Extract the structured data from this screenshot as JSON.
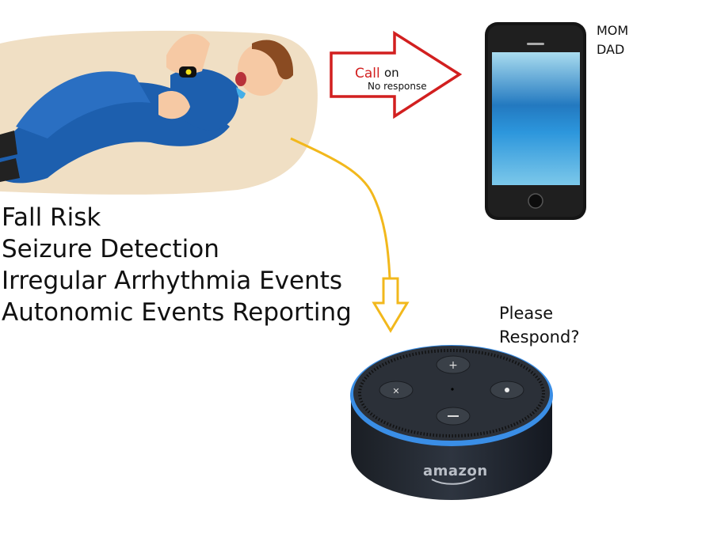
{
  "features": [
    "Fall Risk",
    "Seizure Detection",
    "Irregular Arrhythmia Events",
    "Autonomic Events Reporting"
  ],
  "call_arrow": {
    "label_call": "Call",
    "label_on": "on",
    "label_sub": "No response",
    "color": "#d21f1f"
  },
  "contacts": [
    "MOM",
    "DAD"
  ],
  "speaker": {
    "prompt_line1": "Please",
    "prompt_line2": "Respond?",
    "brand": "amazon",
    "ring_color": "#3a8ee6"
  },
  "flow_arrow_color": "#f2b81c",
  "colors": {
    "uniform": "#1d5fae",
    "floor": "#f0dfc4",
    "skin": "#f6c9a4",
    "hair": "#8a4b22",
    "phone_screen": "#2b8fd6"
  }
}
